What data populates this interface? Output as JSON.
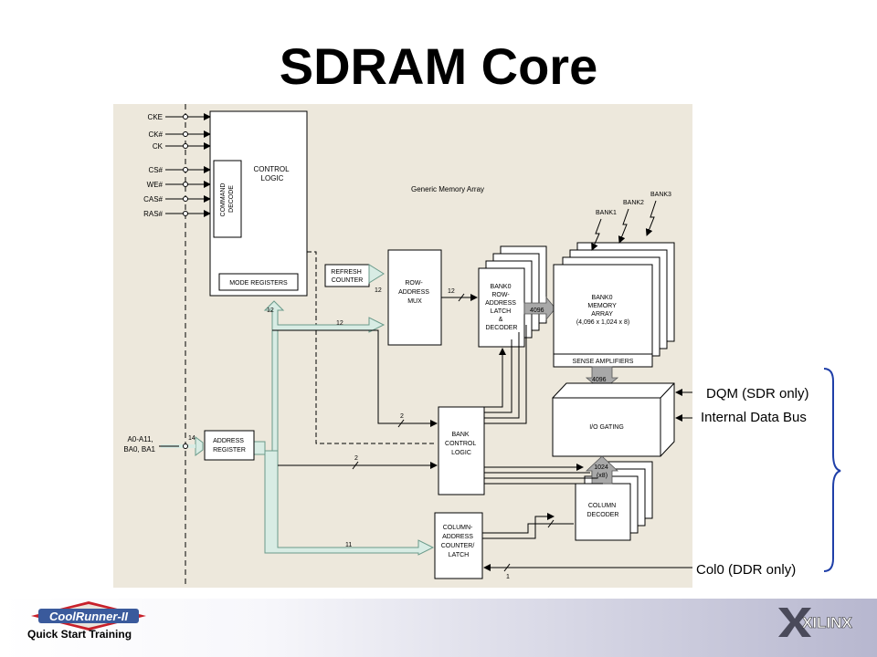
{
  "slide": {
    "title": "SDRAM Core"
  },
  "diagram": {
    "signals": [
      "CKE",
      "CK#",
      "CK",
      "CS#",
      "WE#",
      "CAS#",
      "RAS#"
    ],
    "address_input": [
      "A0-A11,",
      "BA0, BA1"
    ],
    "blocks": {
      "control_logic": [
        "CONTROL",
        "LOGIC"
      ],
      "command_decode": [
        "COMMAND",
        "DECODE"
      ],
      "mode_registers": "MODE REGISTERS",
      "refresh_counter": [
        "REFRESH",
        "COUNTER"
      ],
      "row_address_mux": [
        "ROW-",
        "ADDRESS",
        "MUX"
      ],
      "bank0_row_latch": [
        "BANK0",
        "ROW-",
        "ADDRESS",
        "LATCH",
        "&",
        "DECODER"
      ],
      "bank0_memory_array": [
        "BANK0",
        "MEMORY",
        "ARRAY",
        "(4,096 x 1,024 x 8)"
      ],
      "sense_amplifiers": "SENSE AMPLIFIERS",
      "io_gating": "I/O GATING",
      "address_register": [
        "ADDRESS",
        "REGISTER"
      ],
      "bank_control_logic": [
        "BANK",
        "CONTROL",
        "LOGIC"
      ],
      "column_decoder": [
        "COLUMN",
        "DECODER"
      ],
      "column_address_counter": [
        "COLUMN-",
        "ADDRESS",
        "COUNTER/",
        "LATCH"
      ],
      "col_bus_label": [
        "1024",
        "(x8)"
      ]
    },
    "array_title": "Generic Memory Array",
    "bank_labels": [
      "BANK1",
      "BANK2",
      "BANK3"
    ],
    "bus_widths": {
      "mux_to_latch": "12",
      "latch_to_array": "4096",
      "array_to_io": "4096",
      "ctrl_12": "12",
      "mux_12": "12",
      "bank_2": "2",
      "bank_ctrl_2": "2",
      "addr_14": "14",
      "col_11": "11",
      "col_1": "1",
      "refresh_12": "12"
    }
  },
  "annotations": {
    "dqm": "DQM (SDR only)",
    "internal_bus": "Internal Data Bus",
    "col0": "Col0 (DDR only)"
  },
  "footer": {
    "product_logo_text": "CoolRunner-II",
    "caption": "Quick Start Training",
    "company_logo_text": "XILINX"
  },
  "colors": {
    "diagram_background": "#ede8dc",
    "bus_fill": "#d8ece4",
    "bus_stroke": "#6a9a8a",
    "arrow_gray": "#a8a8a8",
    "footer_gradient_end": "#b7b7cf",
    "logo_red": "#c8202a",
    "logo_blue": "#3a5a9c"
  }
}
